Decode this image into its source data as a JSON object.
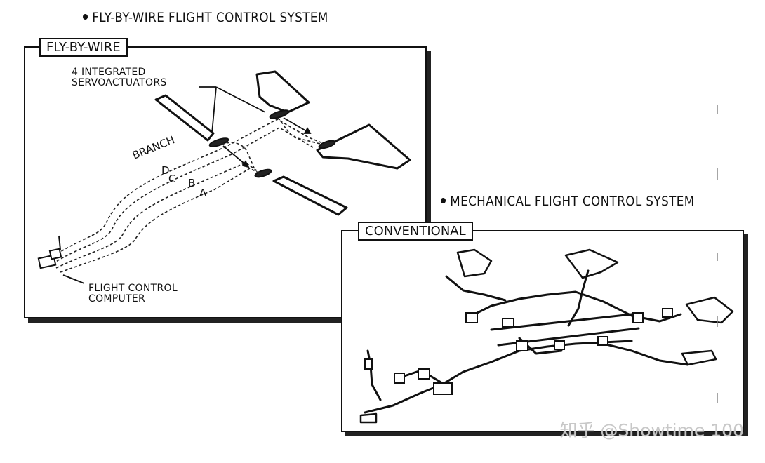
{
  "headings": {
    "fbw": "FLY-BY-WIRE FLIGHT CONTROL SYSTEM",
    "mech": "MECHANICAL FLIGHT CONTROL SYSTEM"
  },
  "panels": {
    "fbw": {
      "label": "FLY-BY-WIRE",
      "callouts": {
        "servo_line1": "4 INTEGRATED",
        "servo_line2": "SERVOACTUATORS",
        "computer_line1": "FLIGHT CONTROL",
        "computer_line2": "COMPUTER"
      },
      "branch": {
        "title": "BRANCH",
        "letters": [
          "D",
          "C",
          "B",
          "A"
        ]
      }
    },
    "conventional": {
      "label": "CONVENTIONAL"
    }
  },
  "watermark": "知乎 @Showtime 100"
}
